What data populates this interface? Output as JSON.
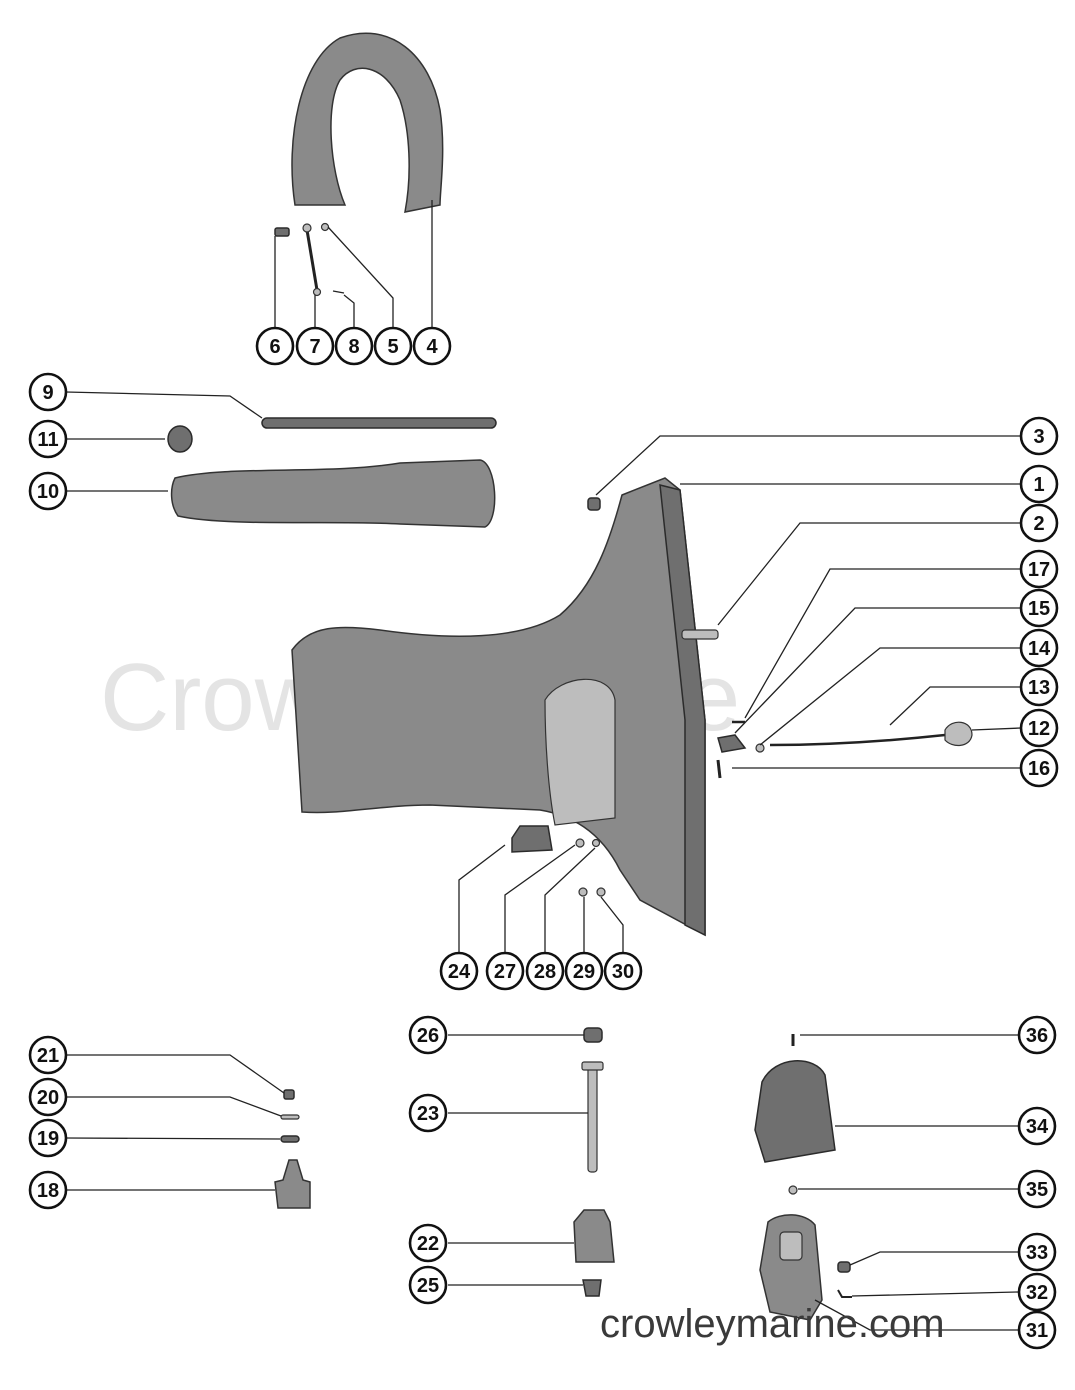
{
  "watermark": "CrowleyMarine",
  "site_label": "crowleymarine.com",
  "callouts": [
    {
      "label": "6"
    },
    {
      "label": "7"
    },
    {
      "label": "8"
    },
    {
      "label": "5"
    },
    {
      "label": "4"
    },
    {
      "label": "9"
    },
    {
      "label": "11"
    },
    {
      "label": "10"
    },
    {
      "label": "3"
    },
    {
      "label": "1"
    },
    {
      "label": "2"
    },
    {
      "label": "17"
    },
    {
      "label": "15"
    },
    {
      "label": "14"
    },
    {
      "label": "13"
    },
    {
      "label": "12"
    },
    {
      "label": "16"
    },
    {
      "label": "24"
    },
    {
      "label": "27"
    },
    {
      "label": "28"
    },
    {
      "label": "29"
    },
    {
      "label": "30"
    },
    {
      "label": "21"
    },
    {
      "label": "20"
    },
    {
      "label": "19"
    },
    {
      "label": "18"
    },
    {
      "label": "26"
    },
    {
      "label": "23"
    },
    {
      "label": "22"
    },
    {
      "label": "25"
    },
    {
      "label": "36"
    },
    {
      "label": "34"
    },
    {
      "label": "35"
    },
    {
      "label": "33"
    },
    {
      "label": "32"
    },
    {
      "label": "31"
    }
  ]
}
